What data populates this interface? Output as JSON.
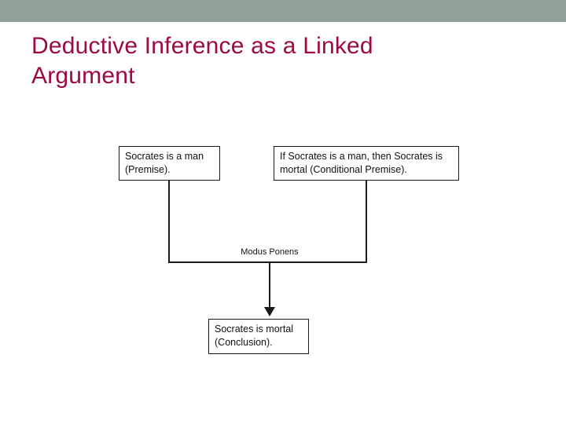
{
  "slide": {
    "title": "Deductive Inference as a Linked\nArgument",
    "title_color": "#9c0a46",
    "band_color": "#93a298",
    "background_color": "#ffffff"
  },
  "diagram": {
    "type": "linked-argument-flowchart",
    "line_color": "#1a1a1a",
    "nodes": [
      {
        "id": "premise-major",
        "role": "premise",
        "text": "Socrates is a man (Premise)."
      },
      {
        "id": "premise-conditional",
        "role": "conditional-premise",
        "text": "If Socrates is a man, then Socrates is mortal (Conditional Premise)."
      },
      {
        "id": "conclusion",
        "role": "conclusion",
        "text": "Socrates is mortal (Conclusion)."
      }
    ],
    "link_label": "Modus Ponens",
    "edges": [
      {
        "from": "premise-major",
        "to": "link-bar"
      },
      {
        "from": "premise-conditional",
        "to": "link-bar"
      },
      {
        "from": "link-bar",
        "to": "conclusion",
        "arrow": true
      }
    ]
  }
}
